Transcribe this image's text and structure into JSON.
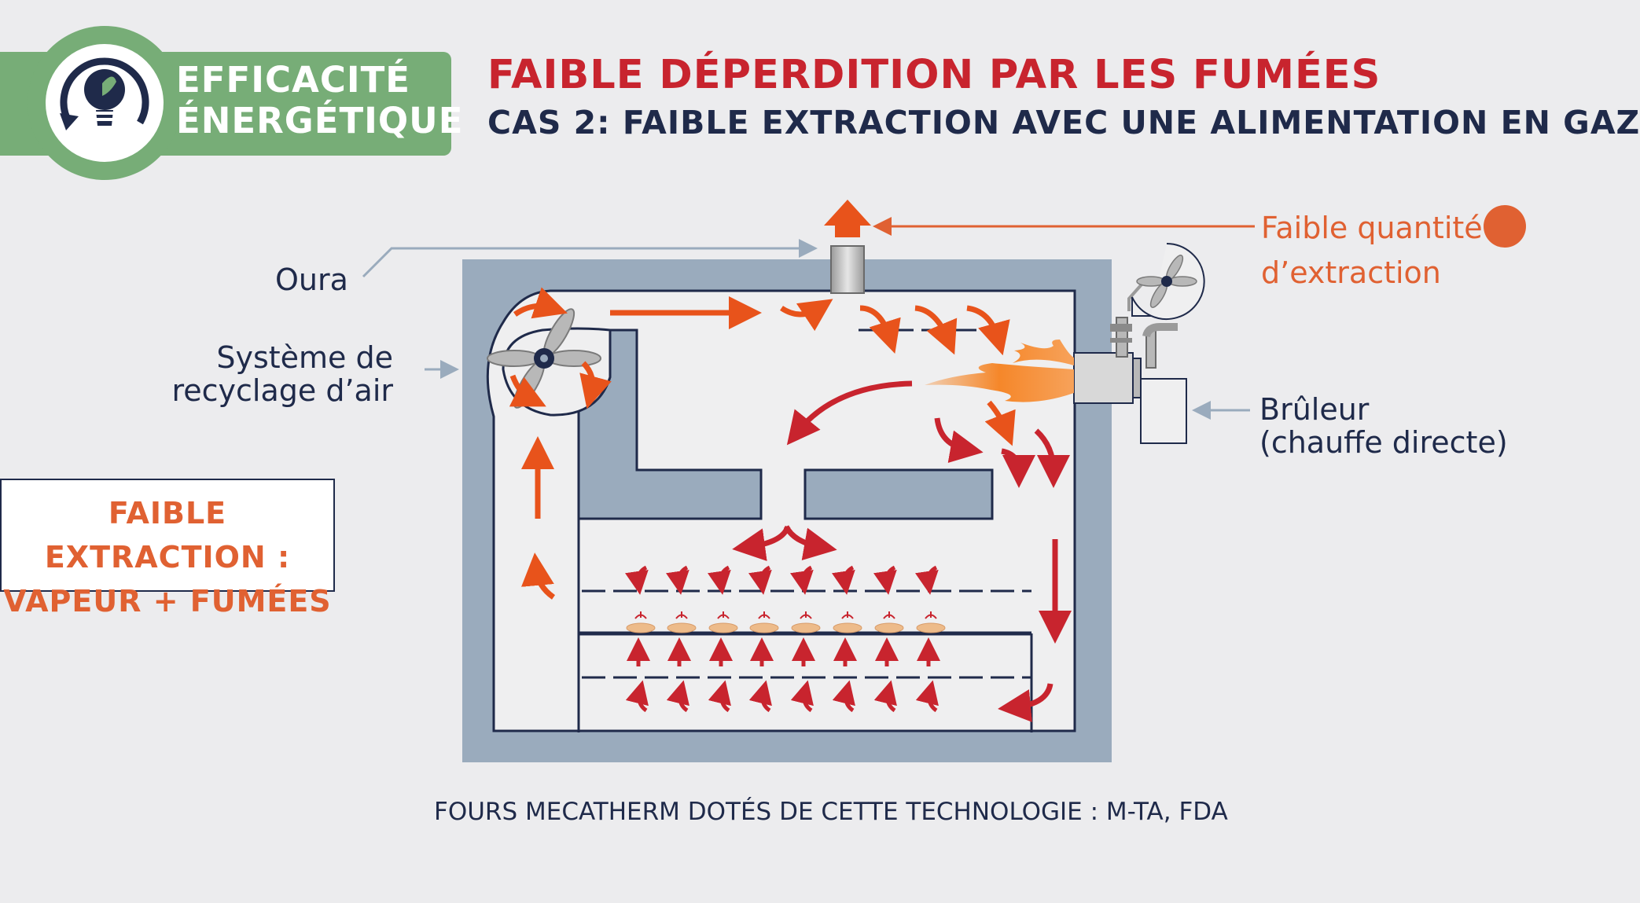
{
  "badge": {
    "line1": "EFFICACITÉ",
    "line2": "ÉNERGÉTIQUE",
    "icon": "lightbulb-cycle-icon"
  },
  "header": {
    "title": "FAIBLE DÉPERDITION PAR LES FUMÉES",
    "subtitle": "CAS 2: FAIBLE EXTRACTION AVEC UNE ALIMENTATION EN GAZ"
  },
  "labels": {
    "oura": "Oura",
    "recycle_line1": "Système de",
    "recycle_line2": "recyclage d’air",
    "burner_line1": "Brûleur",
    "burner_line2": "(chauffe directe)",
    "extraction_line1": "Faible quantité",
    "extraction_line2": "d’extraction"
  },
  "callout": {
    "line1": "FAIBLE EXTRACTION :",
    "line2": "VAPEUR + FUMÉES"
  },
  "footnote": "FOURS MECATHERM DOTÉS DE CETTE TECHNOLOGIE : M-TA, FDA",
  "colors": {
    "badge_green": "#77ad77",
    "title_red": "#c8242e",
    "navy": "#1f2a4a",
    "orange": "#e06132",
    "flow_red": "#c8242e",
    "insulation": "#9aabbd",
    "flame": "#f5872a"
  }
}
